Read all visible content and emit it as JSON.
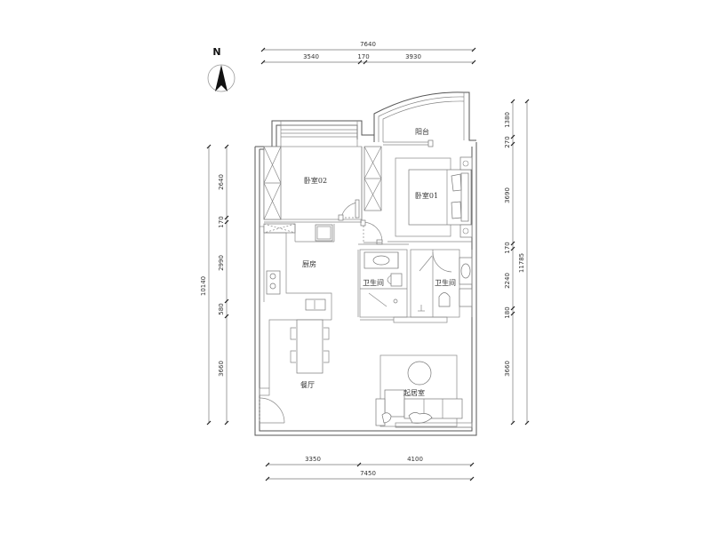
{
  "compass": {
    "label": "N"
  },
  "dimensions": {
    "top": {
      "total": "7640",
      "segments": [
        "3540",
        "170",
        "3930"
      ]
    },
    "bottom": {
      "total": "7450",
      "segments": [
        "3350",
        "4100"
      ]
    },
    "left": {
      "total": "10140",
      "segments": [
        "2640",
        "170",
        "2990",
        "580",
        "3660"
      ]
    },
    "right": {
      "total": "11785",
      "segments": [
        "1380",
        "270",
        "3690",
        "170",
        "2240",
        "180",
        "3660"
      ]
    }
  },
  "rooms": {
    "balcony": "阳台",
    "bedroom_02": "卧室02",
    "bedroom_01": "卧室01",
    "kitchen": "厨房",
    "bathroom_left": "卫生间",
    "bathroom_right": "卫生间",
    "dining": "餐厅",
    "living": "起居室"
  }
}
